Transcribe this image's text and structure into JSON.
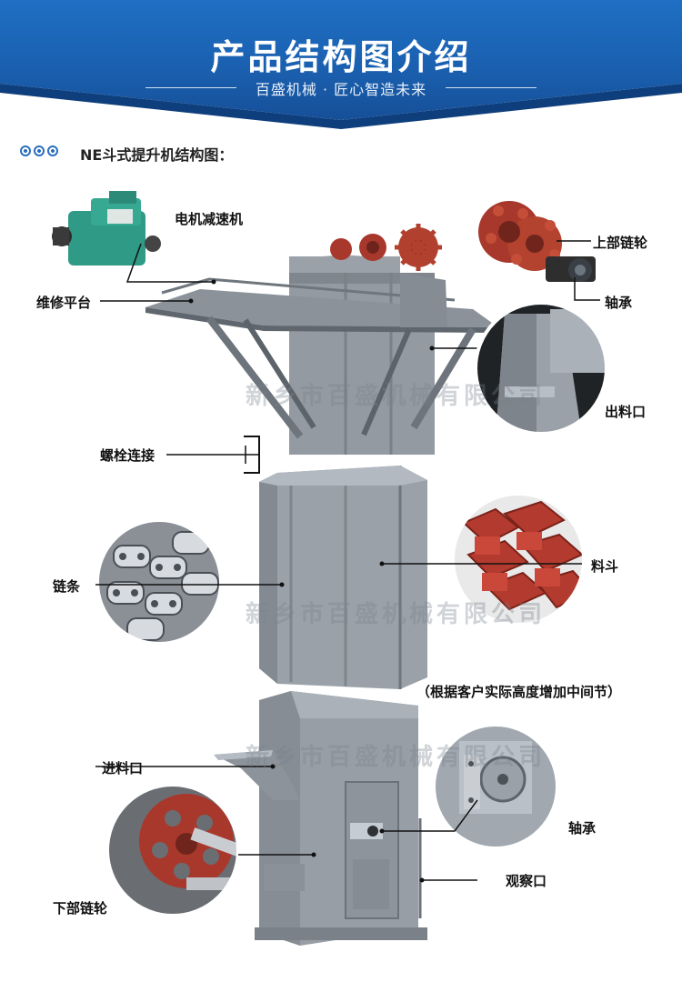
{
  "header": {
    "title": "产品结构图介绍",
    "subtitle": "百盛机械 · 匠心智造未来"
  },
  "section": {
    "heading": "NE斗式提升机结构图："
  },
  "labels": {
    "motor_reducer": "电机减速机",
    "maintenance_platform": "维修平台",
    "upper_sprocket": "上部链轮",
    "bearing_top": "轴承",
    "discharge_port": "出料口",
    "bolt_connection": "螺栓连接",
    "chain": "链条",
    "bucket": "料斗",
    "middle_section_note": "（根据客户实际高度增加中间节）",
    "feed_port": "进料口",
    "bearing_bottom": "轴承",
    "inspection_window": "观察口",
    "lower_sprocket": "下部链轮"
  },
  "watermark": {
    "text": "新乡市百盛机械有限公司"
  },
  "colors": {
    "banner_blue": "#1a5fae",
    "steel_gray": "#8f969d",
    "steel_dark": "#6b7279",
    "motor_green": "#2f9a86",
    "sprocket_red": "#a8382c"
  }
}
